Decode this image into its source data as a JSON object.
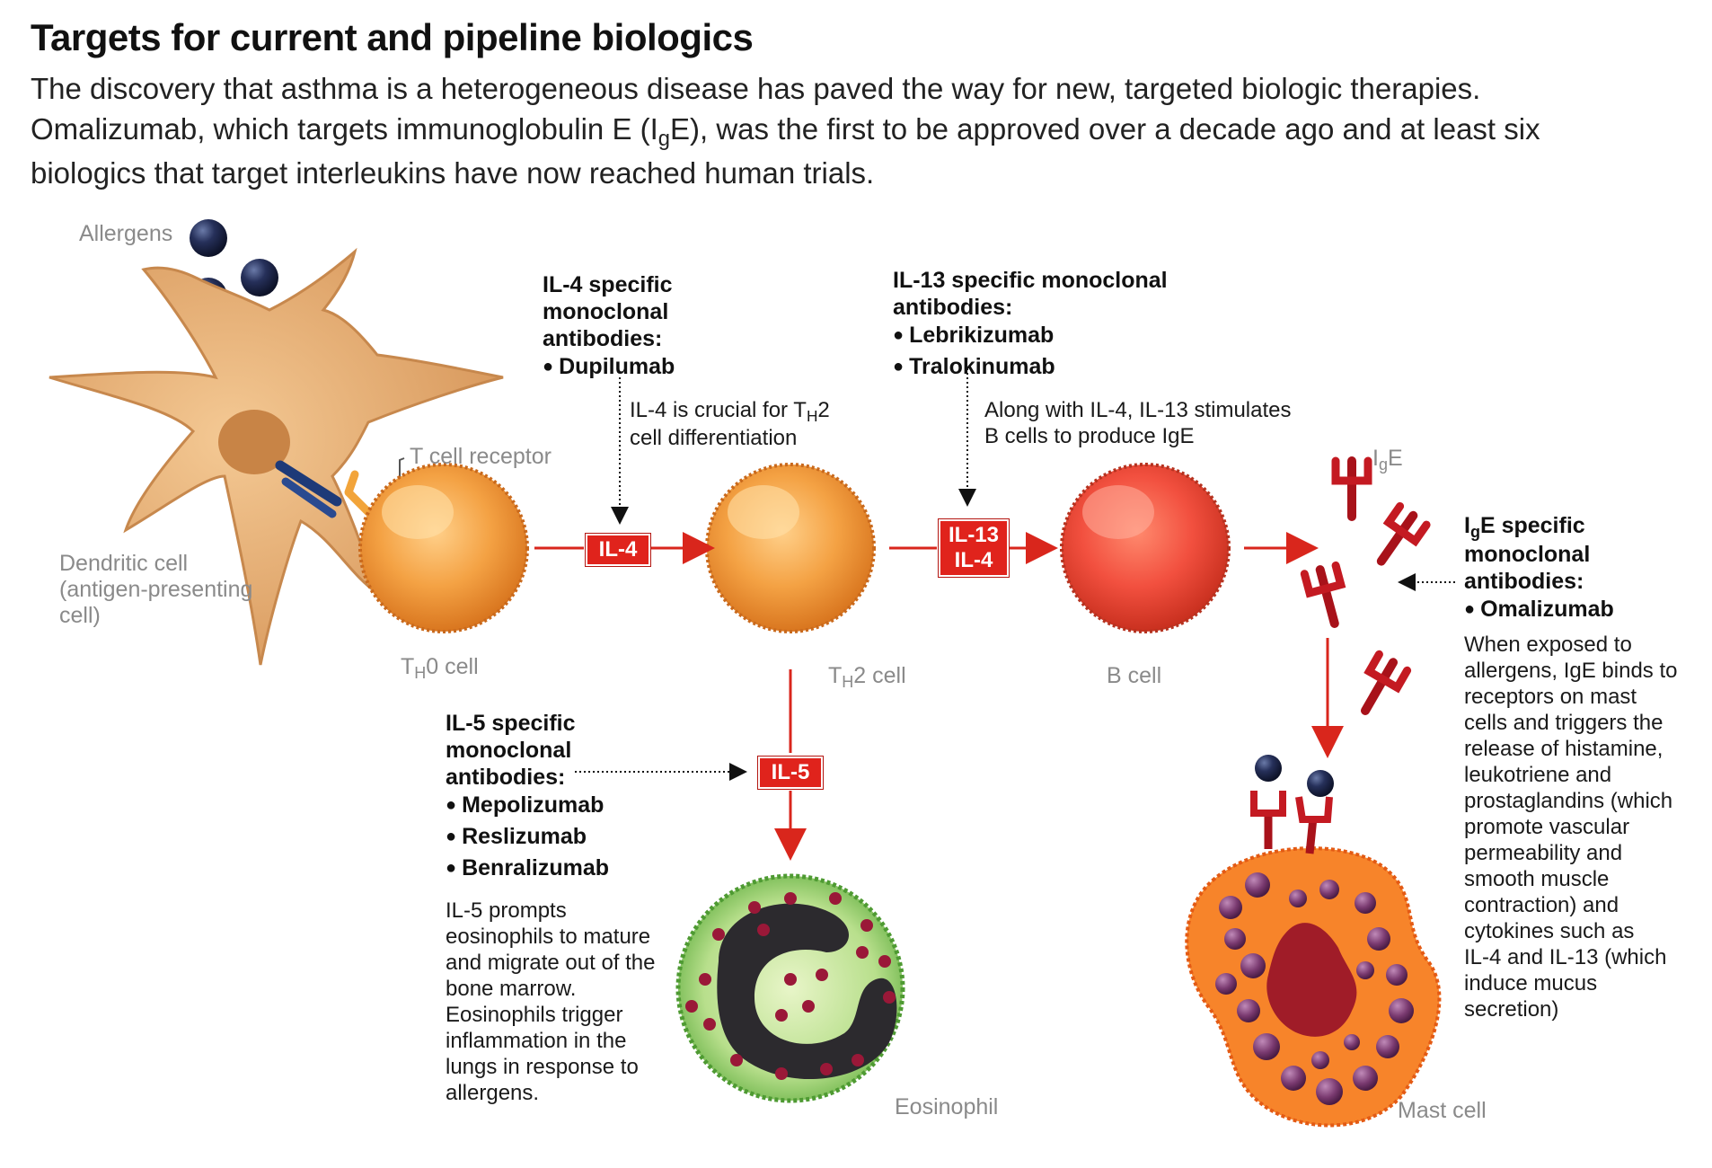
{
  "header": {
    "title": "Targets for current and pipeline biologics",
    "subtitle_line1": "The discovery that asthma is a heterogeneous disease has paved the way for new, targeted biologic therapies.",
    "subtitle_line2_a": "Omalizumab, which targets immunoglobulin E (I",
    "subtitle_line2_sub": "g",
    "subtitle_line2_b": "E), was the first to be approved over a decade ago and at least six",
    "subtitle_line3": "biologics that target interleukins have now reached human trials."
  },
  "labels": {
    "allergens": "Allergens",
    "t_cell_receptor": "T cell receptor",
    "dendritic_cell_1": "Dendritic cell",
    "dendritic_cell_2": "(antigen-presenting",
    "dendritic_cell_3": "cell)",
    "th0_T": "T",
    "th0_H": "H",
    "th0_rest": "0 cell",
    "th2_T": "T",
    "th2_H": "H",
    "th2_rest": "2 cell",
    "b_cell": "B cell",
    "ige_I": "I",
    "ige_g": "g",
    "ige_E": "E",
    "eosinophil": "Eosinophil",
    "mast_cell": "Mast cell"
  },
  "badges": {
    "il4": "IL-4",
    "il13": "IL-13",
    "il4b": "IL-4",
    "il5": "IL-5"
  },
  "il4_box": {
    "title_1": "IL-4 specific",
    "title_2": "monoclonal",
    "title_3": "antibodies:",
    "drugs": [
      "Dupilumab"
    ],
    "note_1a": "IL-4 is crucial for T",
    "note_1sub": "H",
    "note_1b": "2",
    "note_2": "cell differentiation"
  },
  "il13_box": {
    "title_1": "IL-13 specific monoclonal",
    "title_2": "antibodies:",
    "drugs": [
      "Lebrikizumab",
      "Tralokinumab"
    ],
    "note_1": "Along with IL-4, IL-13 stimulates",
    "note_2": "B cells to produce IgE"
  },
  "il5_box": {
    "title_1": "IL-5 specific",
    "title_2": "monoclonal",
    "title_3": "antibodies:",
    "drugs": [
      "Mepolizumab",
      "Reslizumab",
      "Benralizumab"
    ],
    "note": [
      "IL-5 prompts",
      "eosinophils to mature",
      "and migrate out of the",
      "bone marrow.",
      "Eosinophils trigger",
      "inflammation in the",
      "lungs in response to",
      "allergens."
    ]
  },
  "ige_box": {
    "title_I": "I",
    "title_g": "g",
    "title_rest": "E specific",
    "title_2": "monoclonal",
    "title_3": "antibodies:",
    "drugs": [
      "Omalizumab"
    ],
    "note": [
      "When exposed to",
      "allergens, IgE binds to",
      "receptors on mast",
      "cells and triggers the",
      "release of histamine,",
      "leukotriene and",
      "prostaglandins (which",
      "promote vascular",
      "permeability and",
      "smooth muscle",
      "contraction) and",
      "cytokines such as",
      "IL-4 and IL-13 (which",
      "induce mucus",
      "secretion)"
    ]
  },
  "colors": {
    "accent_red": "#e0231c",
    "arrow_red": "#d9261c",
    "cell_orange": "#f0922e",
    "b_cell_red": "#f0453a",
    "eosinophil_green": "#7cc25a",
    "mast_orange": "#f7842a",
    "granule_purple": "#7a3a6e",
    "allergen_navy": "#1c2540"
  }
}
